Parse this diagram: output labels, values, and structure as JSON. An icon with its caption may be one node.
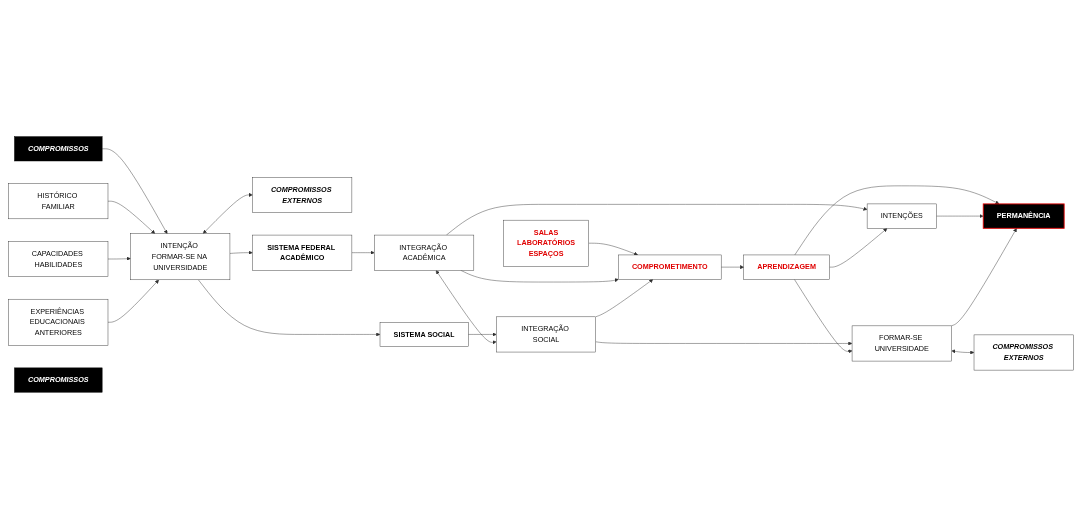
{
  "diagram": {
    "nodes": [
      {
        "text": [
          "COMPROMISSOS"
        ]
      },
      {
        "text": [
          "HISTÓRICO FAMILIAR"
        ]
      },
      {
        "text": [
          "CAPACIDADES HABILIDADES"
        ]
      },
      {
        "text": [
          "EXPERIÊNCIAS EDUCACIONAIS ANTERIORES"
        ]
      },
      {
        "text": [
          "INTENÇÃO FORMAR-SE NA UNIVERSIDADE"
        ]
      },
      {
        "text": [
          "COMPROMISSOS EXTERNOS"
        ]
      },
      {
        "text": [
          "SISTEMA FEDERAL ACADÊMICO"
        ]
      },
      {
        "text": [
          "SALAS",
          "LABORATÓRIOS",
          "ESPAÇOS"
        ]
      },
      {
        "text": [
          "SISTEMA SOCIAL"
        ]
      },
      {
        "text": [
          "INTEGRAÇÃO ACADÊMICA"
        ]
      },
      {
        "text": [
          "INTEGRAÇÃO SOCIAL"
        ]
      },
      {
        "text": [
          "COMPROMETIMENTO"
        ]
      },
      {
        "text": [
          "COMPROMISSOS"
        ]
      },
      {
        "text": [
          "INTENÇÕES"
        ]
      },
      {
        "text": [
          "APRENDIZAGEM"
        ]
      },
      {
        "text": [
          "FORMAR-SE UNIVERSIDADE"
        ]
      },
      {
        "text": [
          "COMPROMISSOS EXTERNOS"
        ]
      },
      {
        "text": [
          "PERMANÊNCIA"
        ]
      }
    ],
    "edges": [
      {
        "from": 0,
        "to": 4,
        "arrow": "to"
      },
      {
        "from": 1,
        "to": 4,
        "arrow": "to"
      },
      {
        "from": 2,
        "to": 4,
        "arrow": "to"
      },
      {
        "from": 3,
        "to": 4,
        "arrow": "to"
      },
      {
        "from": 4,
        "to": 5,
        "arrow": "both"
      },
      {
        "from": 4,
        "to": 6,
        "arrow": "to"
      },
      {
        "from": 4,
        "to": 8,
        "arrow": "to"
      },
      {
        "from": 6,
        "to": 9,
        "arrow": "to"
      },
      {
        "from": 8,
        "to": 10,
        "arrow": "to"
      },
      {
        "from": 9,
        "to": 10,
        "arrow": "both"
      },
      {
        "from": 7,
        "to": 11,
        "arrow": "to"
      },
      {
        "from": 9,
        "to": 13,
        "arrow": "to"
      },
      {
        "from": 9,
        "to": 11,
        "arrow": "to"
      },
      {
        "from": 10,
        "to": 11,
        "arrow": "to"
      },
      {
        "from": 10,
        "to": 15,
        "arrow": "to"
      },
      {
        "from": 11,
        "to": 14,
        "arrow": "to"
      },
      {
        "from": 14,
        "to": 13,
        "arrow": "to"
      },
      {
        "from": 14,
        "to": 15,
        "arrow": "to"
      },
      {
        "from": 14,
        "to": 17,
        "arrow": "to"
      },
      {
        "from": 13,
        "to": 17,
        "arrow": "to"
      },
      {
        "from": 15,
        "to": 17,
        "arrow": "to"
      },
      {
        "from": 15,
        "to": 16,
        "arrow": "both"
      }
    ]
  }
}
